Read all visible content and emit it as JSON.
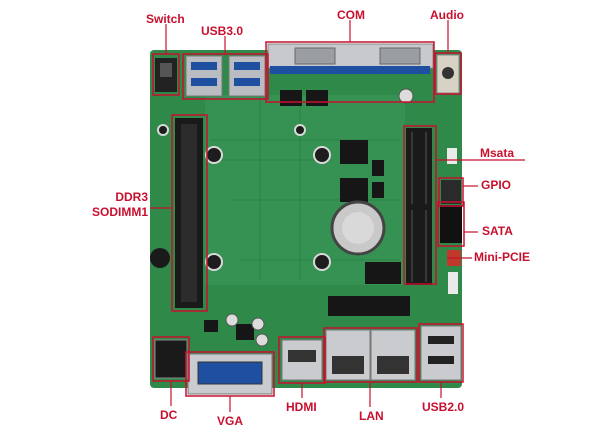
{
  "colors": {
    "accent": "#c8102e",
    "pcb_green": "#2f8a4a",
    "pcb_dark": "#1f6a37",
    "background": "#ffffff"
  },
  "labels": {
    "switch": "Switch",
    "usb30": "USB3.0",
    "com": "COM",
    "audio": "Audio",
    "msata": "Msata",
    "gpio": "GPIO",
    "sata": "SATA",
    "mini_pcie": "Mini-PCIE",
    "ddr3_line1": "DDR3",
    "ddr3_line2": "SODIMM1",
    "dc": "DC",
    "vga": "VGA",
    "hdmi": "HDMI",
    "lan": "LAN",
    "usb20": "USB2.0"
  }
}
